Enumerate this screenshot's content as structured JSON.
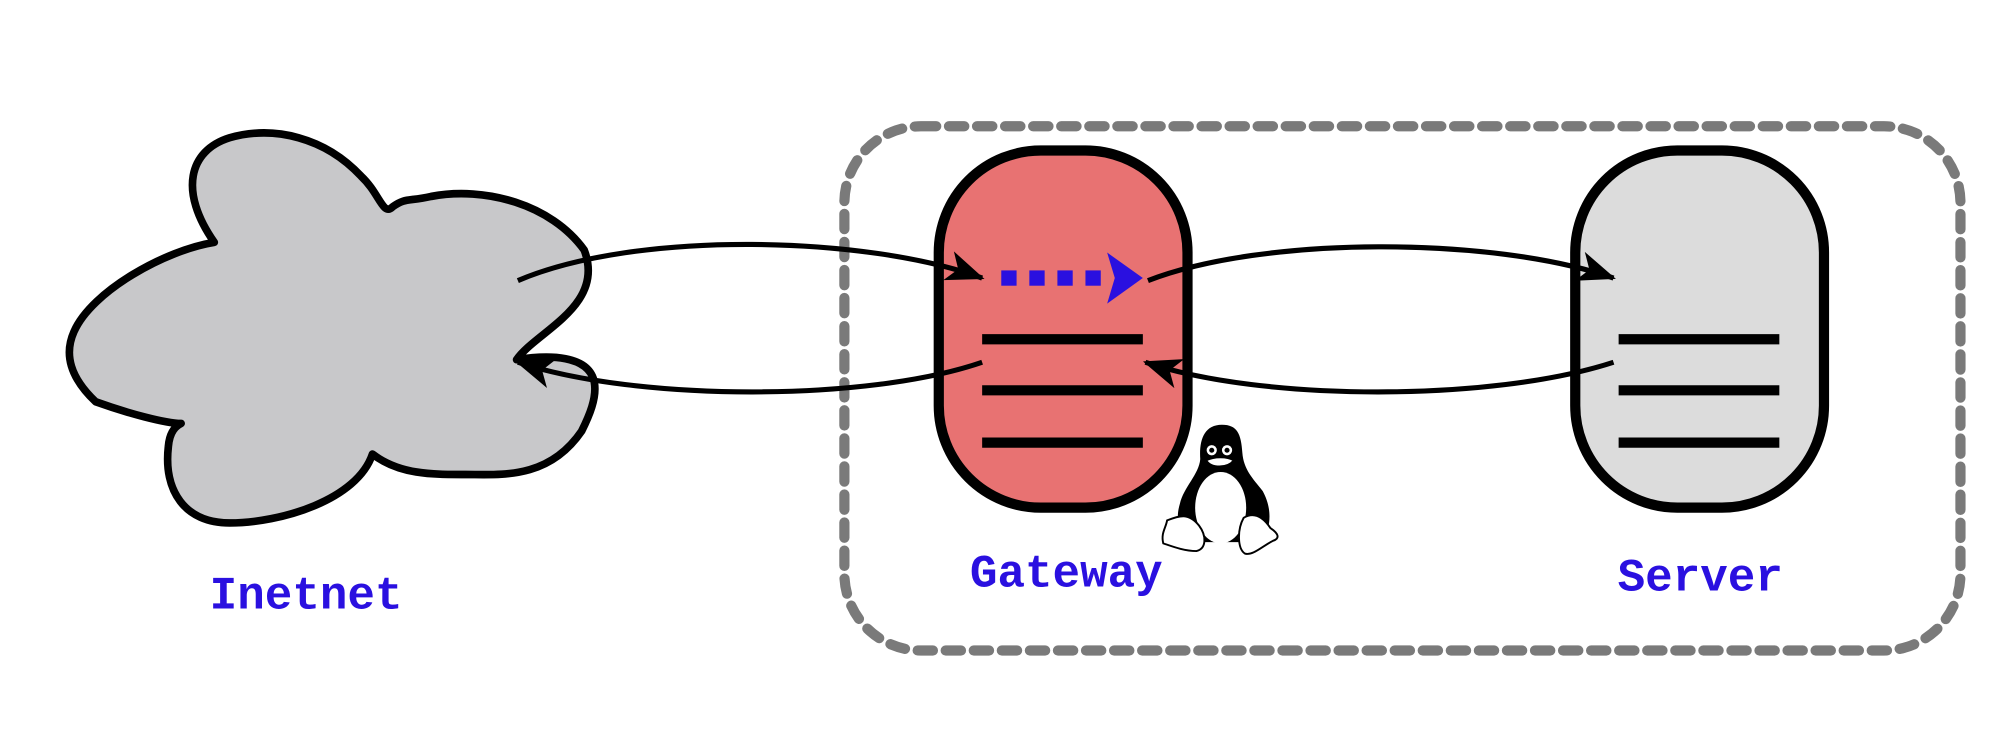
{
  "nodes": {
    "internet": {
      "label": "Inetnet",
      "fill": "#c8c8ca"
    },
    "gateway": {
      "label": "Gateway",
      "fill": "#e87272"
    },
    "server": {
      "label": "Server",
      "fill": "#dcdcdc"
    }
  },
  "colors": {
    "label": "#2a10e0",
    "forward_arrow": "#2a10e0",
    "group_border": "#7a7a7a",
    "stroke": "#000000"
  },
  "icons": {
    "os": "linux-tux-icon",
    "cloud": "cloud-icon"
  }
}
